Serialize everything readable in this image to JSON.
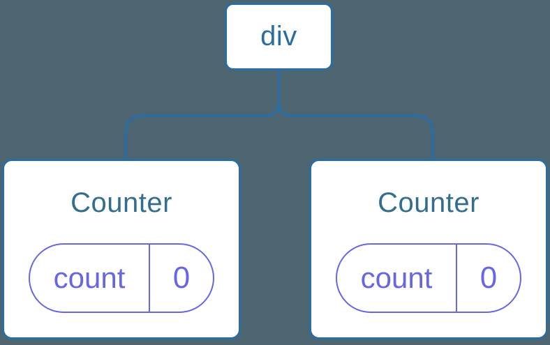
{
  "colors": {
    "background": "#4c6571",
    "blue": "#2a6da3",
    "title_blue": "#346e8e",
    "purple": "#6766e3",
    "node_bg": "#ffffff"
  },
  "tree": {
    "root": {
      "label": "div"
    },
    "children": [
      {
        "title": "Counter",
        "state": {
          "key": "count",
          "value": "0"
        }
      },
      {
        "title": "Counter",
        "state": {
          "key": "count",
          "value": "0"
        }
      }
    ]
  }
}
